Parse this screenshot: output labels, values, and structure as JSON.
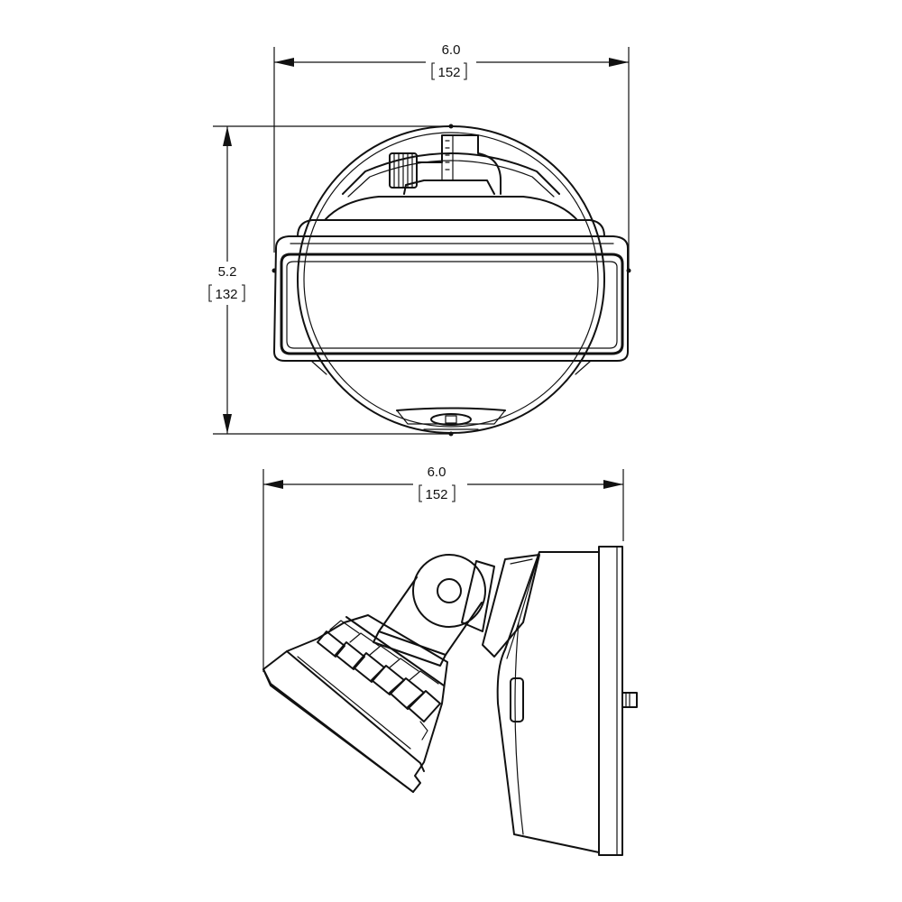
{
  "dimensions": {
    "top_width": {
      "inches": "6.0",
      "mm": "152"
    },
    "top_height": {
      "inches": "5.2",
      "mm": "132"
    },
    "side_width": {
      "inches": "6.0",
      "mm": "152"
    }
  }
}
